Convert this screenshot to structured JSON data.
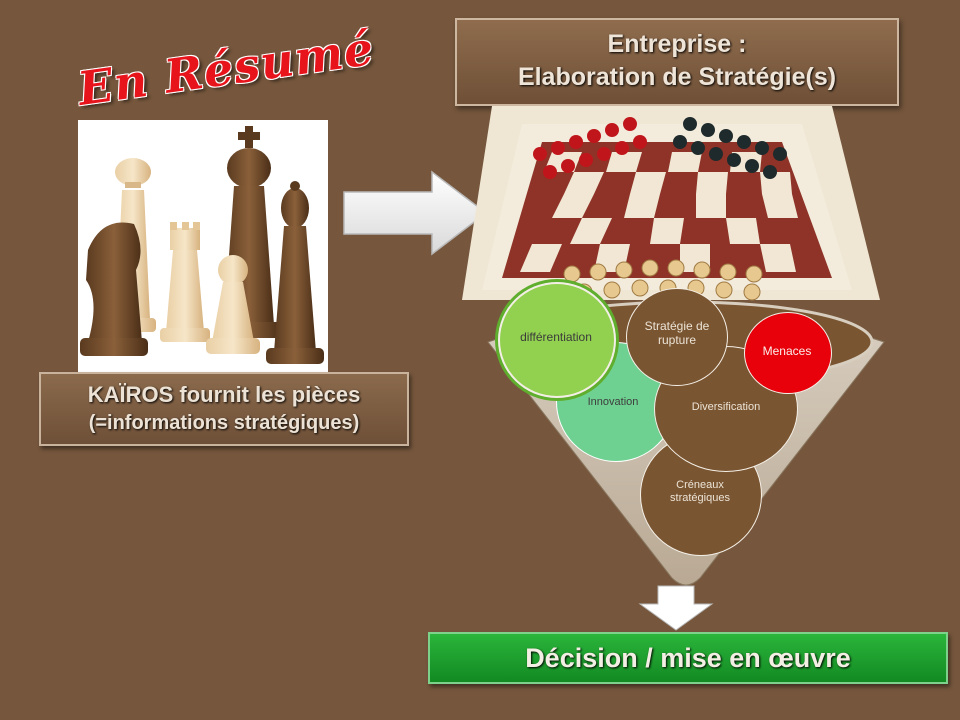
{
  "title": "En Résumé",
  "left_caption": {
    "line1": "KAÏROS fournit les pièces",
    "line2": "(=informations stratégiques)"
  },
  "header": {
    "line1": "Entreprise :",
    "line2": "Elaboration de Stratégie(s)"
  },
  "funnel_circles": [
    {
      "id": "differentiation",
      "label": "différentiation",
      "color": "#92d050"
    },
    {
      "id": "innovation",
      "label": "Innovation",
      "color": "#6fd191"
    },
    {
      "id": "rupture",
      "label": "Stratégie de rupture",
      "color": "#7a5532"
    },
    {
      "id": "menaces",
      "label": "Menaces",
      "color": "#e8000b"
    },
    {
      "id": "diversification",
      "label": "Diversification",
      "color": "#7a5532"
    },
    {
      "id": "creneaux",
      "label": "Créneaux stratégiques",
      "color": "#7a5532"
    }
  ],
  "decision": "Décision / mise en œuvre",
  "colors": {
    "background": "#76573d",
    "title_red": "#e8141c",
    "decision_green": "#1f9f2e",
    "funnel_tan": "#c9bba8"
  }
}
